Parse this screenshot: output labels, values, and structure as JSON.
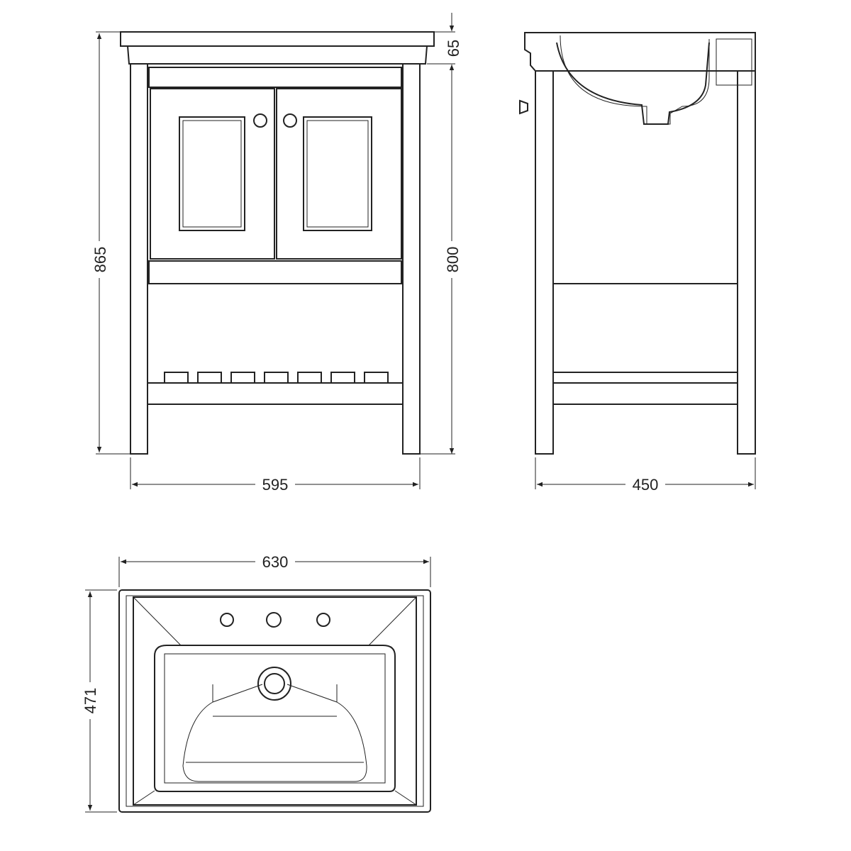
{
  "title": "Vanity unit technical drawing",
  "dimensions": {
    "overall_height": "865",
    "basin_height": "65",
    "unit_height": "800",
    "unit_width": "595",
    "unit_depth": "450",
    "basin_width": "630",
    "basin_depth": "471"
  },
  "colors": {
    "line": "#222222",
    "background": "#ffffff"
  }
}
